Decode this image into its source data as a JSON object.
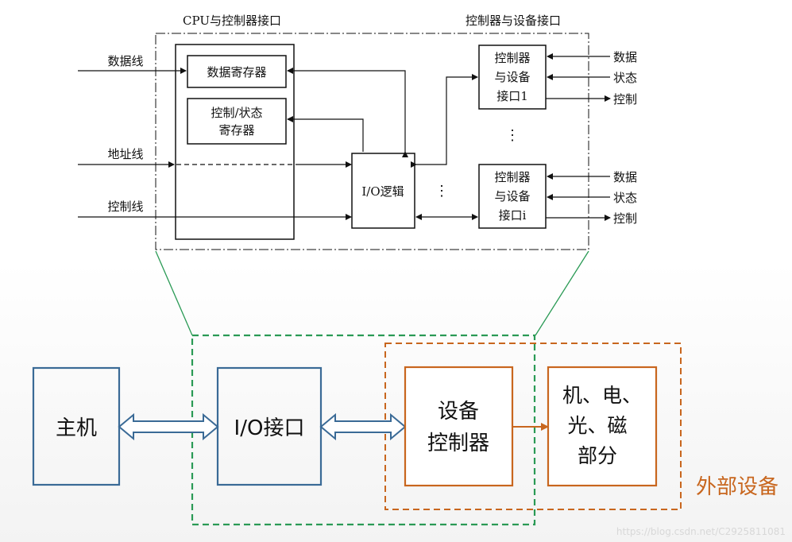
{
  "top_diagram": {
    "cpu_interface_title": "CPU与控制器接口",
    "device_interface_title": "控制器与设备接口",
    "data_line": "数据线",
    "address_line": "地址线",
    "control_line": "控制线",
    "data_register": "数据寄存器",
    "status_register_line1": "控制/状态",
    "status_register_line2": "寄存器",
    "io_logic": "I/O逻辑",
    "dev_if1_line1": "控制器",
    "dev_if1_line2": "与设备",
    "dev_if1_line3": "接口1",
    "dev_ifi_line1": "控制器",
    "dev_ifi_line2": "与设备",
    "dev_ifi_line3": "接口i",
    "sig_data": "数据",
    "sig_status": "状态",
    "sig_control": "控制",
    "dots": "⋮"
  },
  "bottom_diagram": {
    "host": "主机",
    "io_interface": "I/O接口",
    "device_controller_line1": "设备",
    "device_controller_line2": "控制器",
    "mech_line1": "机、电、",
    "mech_line2": "光、磁",
    "mech_line3": "部分",
    "external_device": "外部设备"
  },
  "colors": {
    "blue": "#3a6a96",
    "orange": "#c8661e",
    "green": "#2a9a55",
    "black": "#111111"
  },
  "watermark": "https://blog.csdn.net/C2925811081"
}
